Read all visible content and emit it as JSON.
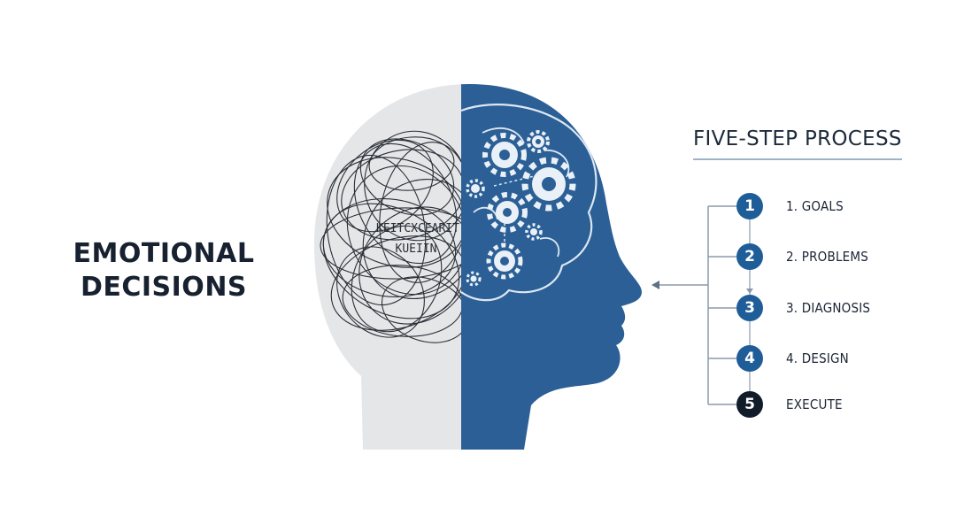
{
  "left_title_lines": [
    "EMOTIONAL",
    "DECISIONS"
  ],
  "head_scribble_text": {
    "line1": "KEITCXCEARIT",
    "line2": "KUEIIN"
  },
  "process": {
    "title": "FIVE-STEP PROCESS",
    "steps": [
      {
        "number": "1",
        "label": "1. GOALS"
      },
      {
        "number": "2",
        "label": "2. PROBLEMS"
      },
      {
        "number": "3",
        "label": "3. DIAGNOSIS"
      },
      {
        "number": "4",
        "label": "4. DESIGN"
      },
      {
        "number": "5",
        "label": "EXECUTE"
      }
    ]
  },
  "colors": {
    "blue": "#2b5f95",
    "dark_navy": "#111c2b",
    "light_gray": "#e6e7e9",
    "scribble": "#2a2f36"
  },
  "icons": [
    "gear-icon",
    "arrow-left-icon",
    "scribble-icon"
  ]
}
